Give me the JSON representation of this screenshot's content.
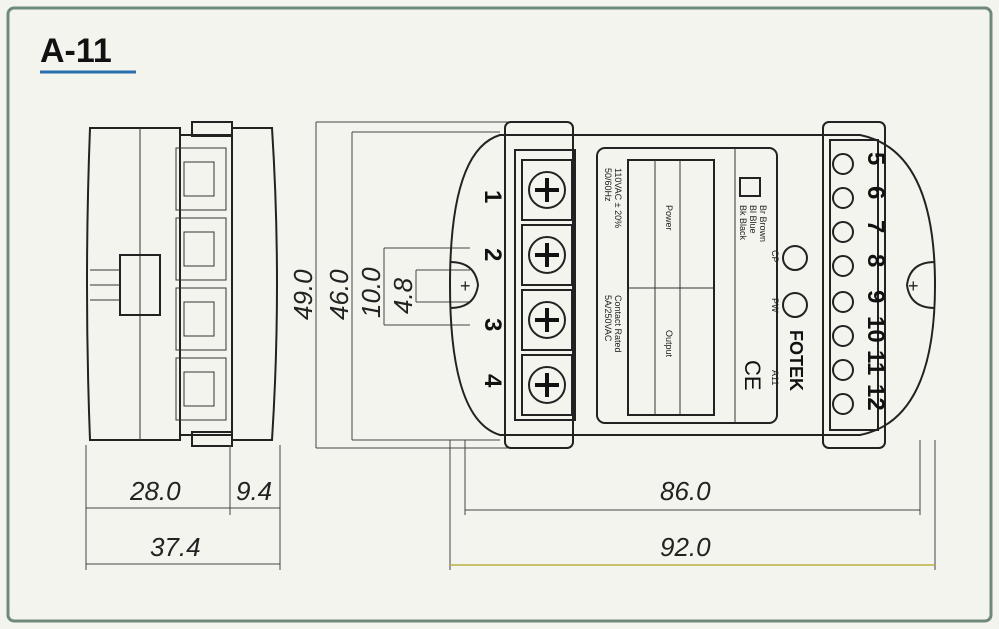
{
  "title": "A-11",
  "dimensions": {
    "side_depth": "28.0",
    "side_flange": "9.4",
    "side_total": "37.4",
    "front_inner_width": "86.0",
    "front_total_width": "92.0",
    "total_height": "49.0",
    "body_height": "46.0",
    "hole_spacing": "10.0",
    "hole_diameter": "4.8"
  },
  "left_terminals": [
    "1",
    "2",
    "3",
    "4"
  ],
  "right_terminals": [
    "5",
    "6",
    "7",
    "8",
    "9",
    "10",
    "11",
    "12"
  ],
  "label": {
    "brand": "FOTEK",
    "model": "A11",
    "cp": "CP",
    "pw": "PW",
    "wire_brown": "Br Brown",
    "wire_blue": "Bl Blue",
    "wire_black": "Bk Black",
    "power": "Power",
    "output": "Output",
    "voltage": "110VAC ± 20%",
    "frequency": "50/60Hz",
    "contact": "Contact Rated",
    "contact_rating": "5A/250VAC",
    "ce": "CE"
  },
  "colors": {
    "border": "#6f8a7a",
    "underline": "#2a6fb0"
  }
}
